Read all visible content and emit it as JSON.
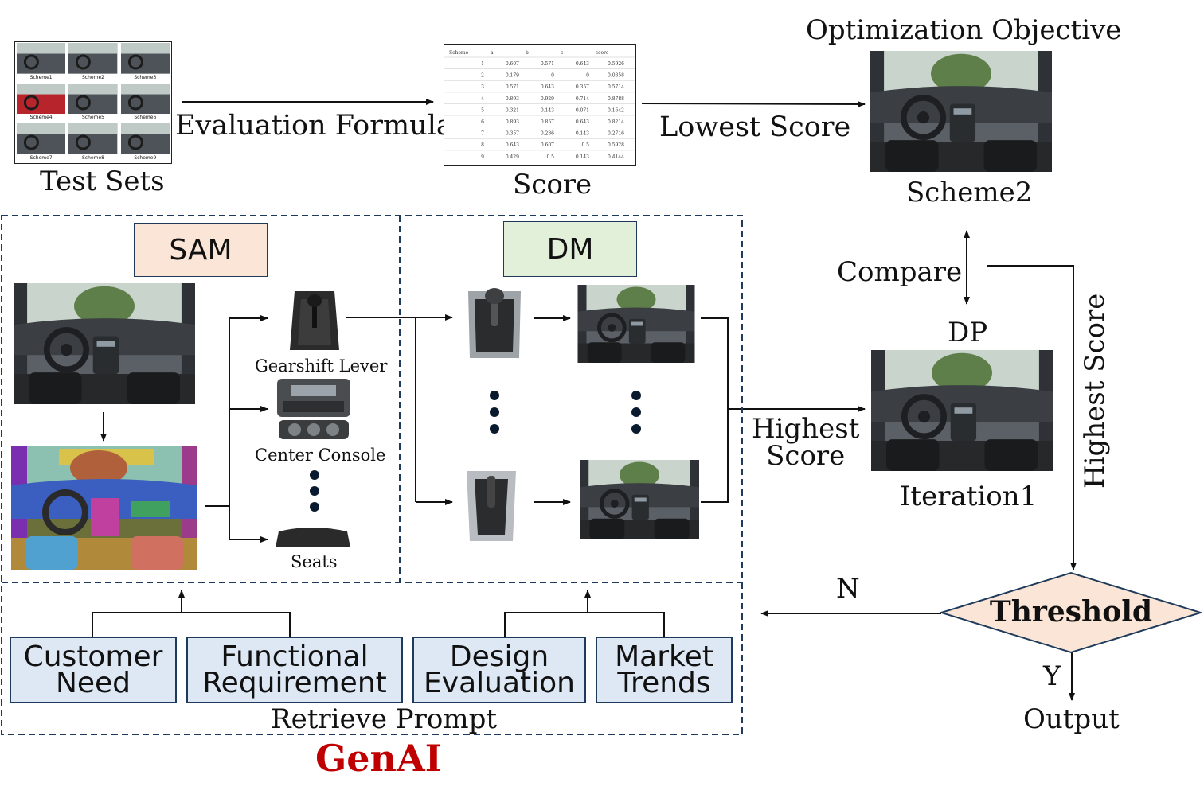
{
  "top": {
    "test_sets": "Test Sets",
    "evaluation_formula": "Evaluation Formula",
    "score": "Score",
    "lowest_score": "Lowest Score",
    "optimization_objective": "Optimization Objective",
    "scheme2": "Scheme2"
  },
  "test_grid": {
    "captions": [
      "Scheme1",
      "Scheme2",
      "Scheme3",
      "Scheme4",
      "Scheme5",
      "Scheme6",
      "Scheme7",
      "Scheme8",
      "Scheme9"
    ]
  },
  "score_table": {
    "headers": [
      "Scheme",
      "a",
      "b",
      "c",
      "score"
    ],
    "rows": [
      [
        "1",
        "0.607",
        "0.571",
        "0.643",
        "0.5926"
      ],
      [
        "2",
        "0.179",
        "0",
        "0",
        "0.0358"
      ],
      [
        "3",
        "0.571",
        "0.643",
        "0.357",
        "0.5714"
      ],
      [
        "4",
        "0.893",
        "0.929",
        "0.714",
        "0.8788"
      ],
      [
        "5",
        "0.321",
        "0.143",
        "0.071",
        "0.1642"
      ],
      [
        "6",
        "0.893",
        "0.857",
        "0.643",
        "0.8214"
      ],
      [
        "7",
        "0.357",
        "0.286",
        "0.143",
        "0.2716"
      ],
      [
        "8",
        "0.643",
        "0.607",
        "0.5",
        "0.5928"
      ],
      [
        "9",
        "0.429",
        "0.5",
        "0.143",
        "0.4144"
      ]
    ]
  },
  "sam": {
    "label": "SAM"
  },
  "dm": {
    "label": "DM"
  },
  "parts": {
    "gearshift": "Gearshift Lever",
    "center_console": "Center Console",
    "seats": "Seats"
  },
  "right": {
    "compare": "Compare",
    "dp": "DP",
    "iteration1": "Iteration1",
    "highest_score_mid": "Highest\nScore",
    "highest_score_vertical": "Highest Score",
    "threshold": "Threshold",
    "n": "N",
    "y": "Y",
    "output": "Output"
  },
  "prompts": {
    "customer_need": "Customer\nNeed",
    "functional_requirement": "Functional\nRequirement",
    "design_evaluation": "Design\nEvaluation",
    "market_trends": "Market\nTrends",
    "retrieve_prompt": "Retrieve Prompt"
  },
  "genai": "GenAI",
  "colors": {
    "sam_fill": "#fbe5d6",
    "dm_fill": "#e2f0d9",
    "prompt_fill": "#dde8f4",
    "threshold_fill": "#fbe5d6",
    "genai": "#c00000",
    "dash_border": "#1f3b5c"
  }
}
